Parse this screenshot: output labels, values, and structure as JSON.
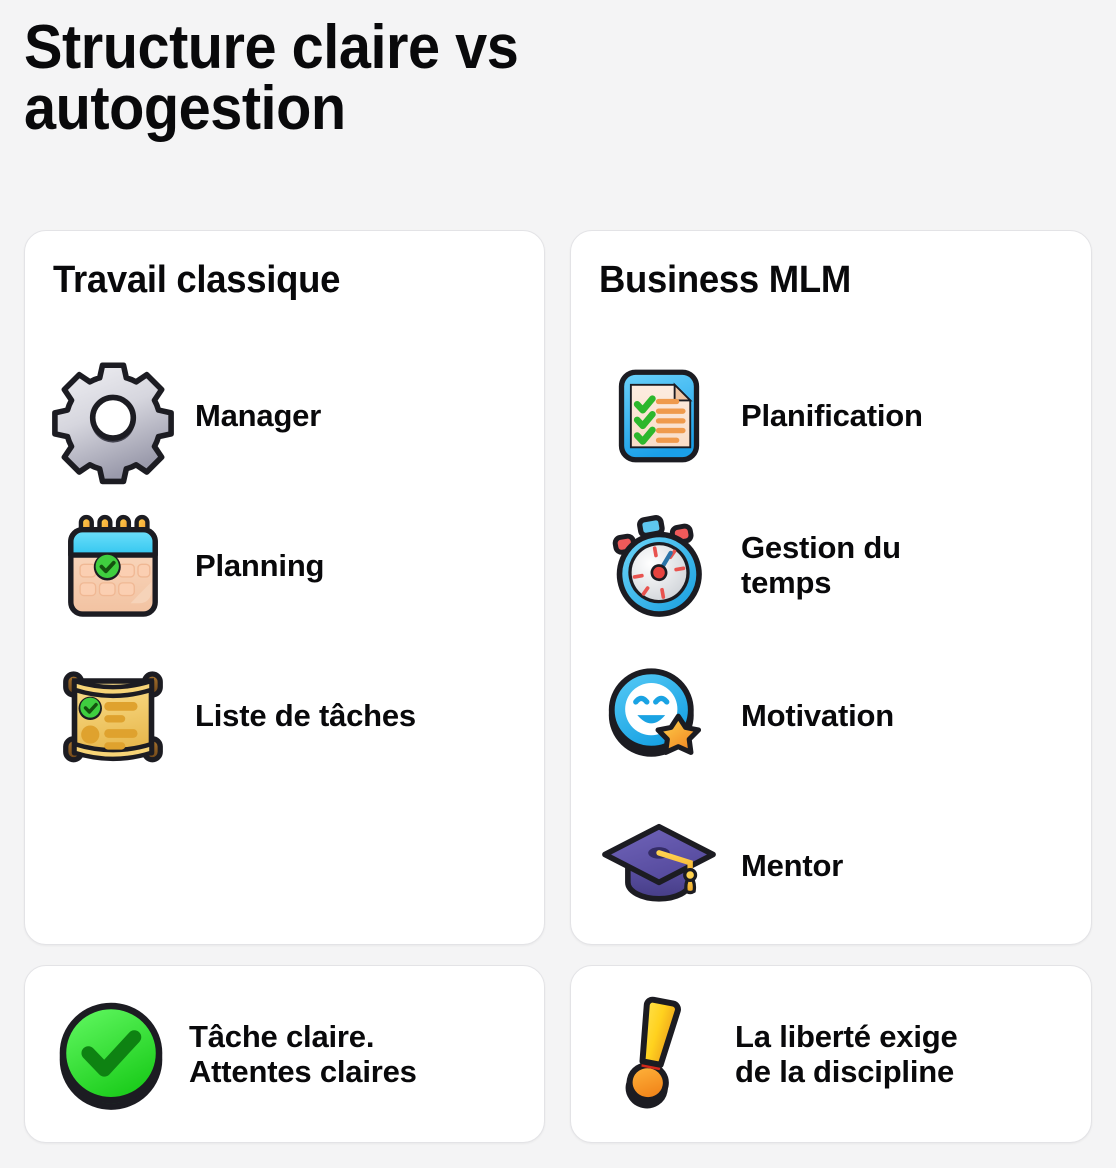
{
  "page": {
    "title": "Structure claire vs\nautogestion",
    "background_color": "#f4f4f5",
    "text_color": "#09090b",
    "card_background": "#ffffff",
    "card_border_color": "#e3e3e6"
  },
  "columns": [
    {
      "heading": "Travail classique",
      "items": [
        {
          "label": "Manager",
          "icon": "gear-icon"
        },
        {
          "label": "Planning",
          "icon": "calendar-icon"
        },
        {
          "label": "Liste de tâches",
          "icon": "scroll-checklist-icon"
        }
      ]
    },
    {
      "heading": "Business MLM",
      "items": [
        {
          "label": "Planification",
          "icon": "clipboard-checklist-icon"
        },
        {
          "label": "Gestion du\ntemps",
          "icon": "stopwatch-icon"
        },
        {
          "label": "Motivation",
          "icon": "smiley-star-icon"
        },
        {
          "label": "Mentor",
          "icon": "graduation-cap-icon"
        }
      ]
    }
  ],
  "footers": [
    {
      "label": "Tâche claire.\nAttentes claires",
      "icon": "green-check-circle-icon"
    },
    {
      "label": "La liberté exige\nde la discipline",
      "icon": "exclamation-mark-icon"
    }
  ]
}
